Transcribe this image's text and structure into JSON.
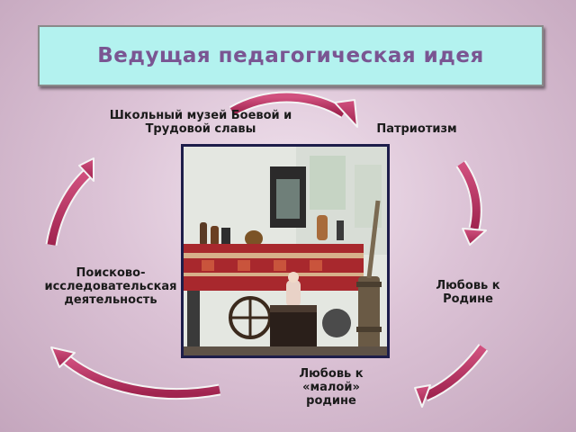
{
  "title": "Ведущая педагогическая идея",
  "nodes": [
    {
      "id": "museum",
      "text": "Школьный музей Боевой и Трудовой славы"
    },
    {
      "id": "patriotism",
      "text": "Патриотизм"
    },
    {
      "id": "love-homeland",
      "text": "Любовь к Родине"
    },
    {
      "id": "love-small-homeland",
      "text": "Любовь к «малой» родине"
    },
    {
      "id": "search-research",
      "text": "Поисково-исследовательская деятельность"
    }
  ],
  "colors": {
    "arrow": "#b8305e",
    "title_bg": "#b3f2ef",
    "title_text": "#7a5592",
    "photo_border": "#1d1d4a"
  },
  "photo": {
    "subject": "museum-exhibit-photo"
  }
}
